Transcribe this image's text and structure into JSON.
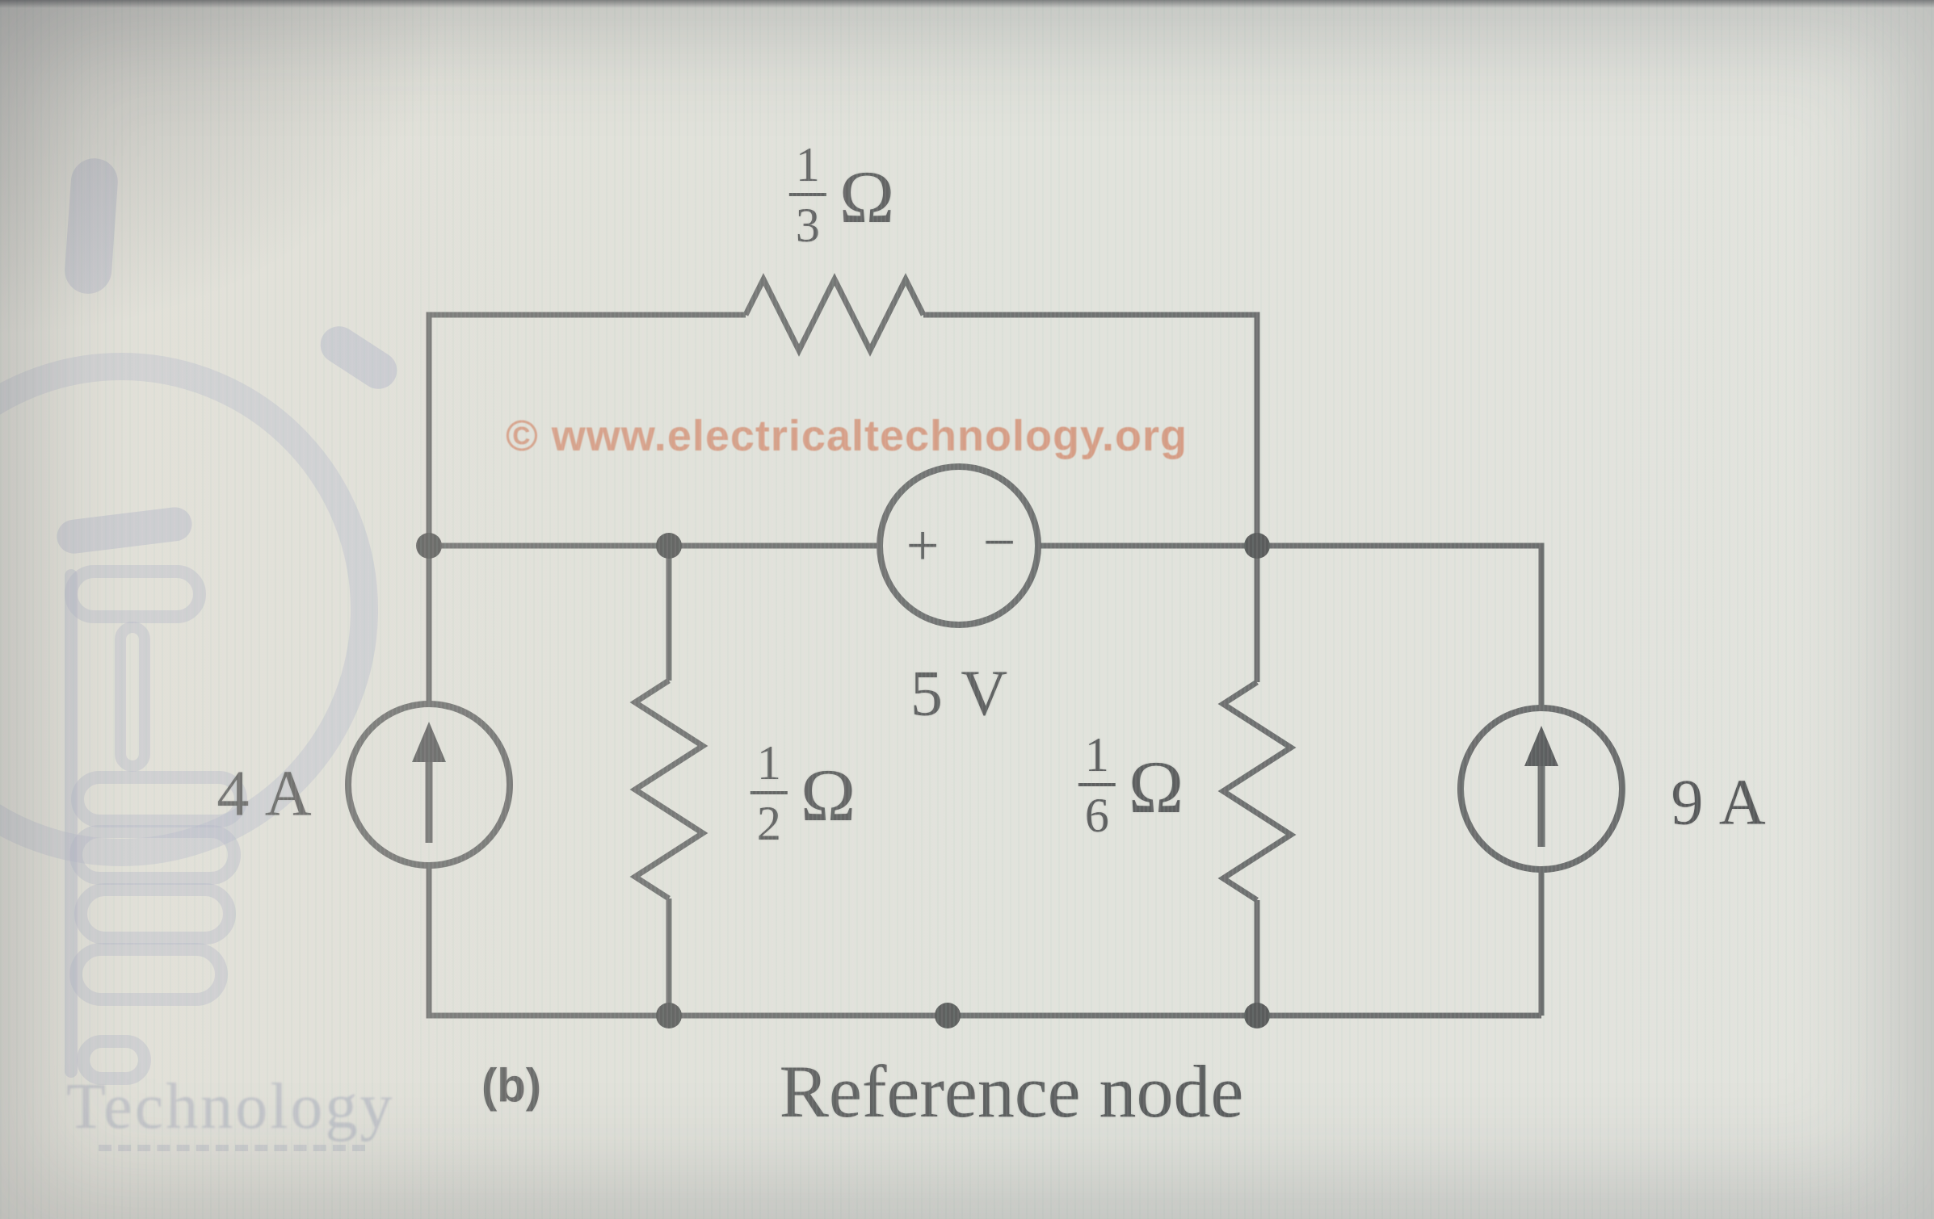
{
  "diagram": {
    "caption": "(b)",
    "reference_node_label": "Reference node",
    "top_resistor": {
      "num": "1",
      "den": "3",
      "unit": "Ω"
    },
    "middle_resistor": {
      "num": "1",
      "den": "2",
      "unit": "Ω"
    },
    "right_resistor": {
      "num": "1",
      "den": "6",
      "unit": "Ω"
    },
    "voltage_source": {
      "value": "5 V",
      "plus": "+",
      "minus": "−"
    },
    "left_current_source": {
      "value": "4 A"
    },
    "right_current_source": {
      "value": "9 A"
    }
  },
  "watermark": {
    "text": "© www.electricaltechnology.org",
    "color": "#d0714e"
  },
  "logo": {
    "text": "Technology"
  },
  "colors": {
    "wire": "#3f4042",
    "label": "#26272a",
    "background": "#e2e2db",
    "logo_tint": "#99a0c2"
  }
}
